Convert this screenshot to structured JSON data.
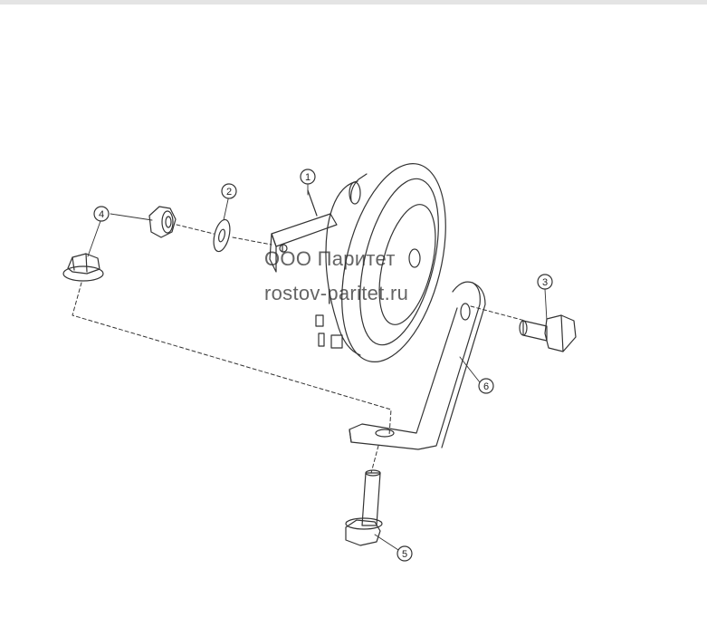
{
  "diagram": {
    "callouts": [
      {
        "id": "1",
        "label": "1"
      },
      {
        "id": "2",
        "label": "2"
      },
      {
        "id": "3",
        "label": "3"
      },
      {
        "id": "4",
        "label": "4"
      },
      {
        "id": "5",
        "label": "5"
      },
      {
        "id": "6",
        "label": "6"
      }
    ]
  },
  "watermark": {
    "line1": "ООО Паритет",
    "line2": "rostov-paritet.ru"
  },
  "colors": {
    "stroke": "#333333",
    "background": "#ffffff",
    "watermark": "#4a4a4a"
  }
}
